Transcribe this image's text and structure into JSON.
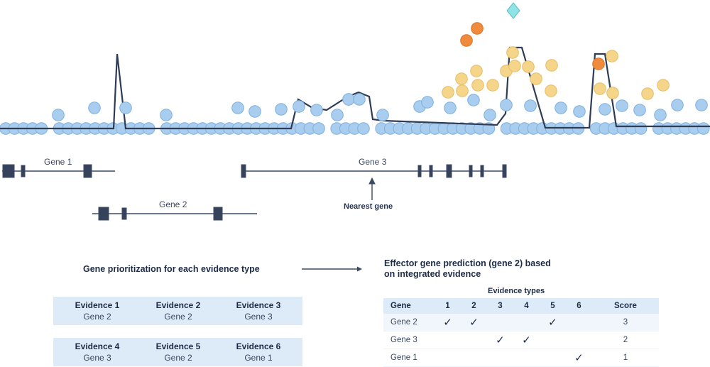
{
  "genes": {
    "gene1": "Gene 1",
    "gene2": "Gene 2",
    "gene3": "Gene 3",
    "nearest": "Nearest gene"
  },
  "prioritization_title": "Gene prioritization for each evidence type",
  "prediction_title_line1": "Effector gene prediction (gene 2) based",
  "prediction_title_line2": "on integrated evidence",
  "evidence_boxes": [
    {
      "title": "Evidence 1",
      "gene": "Gene 2"
    },
    {
      "title": "Evidence 2",
      "gene": "Gene 2"
    },
    {
      "title": "Evidence 3",
      "gene": "Gene 3"
    },
    {
      "title": "Evidence 4",
      "gene": "Gene 3"
    },
    {
      "title": "Evidence 5",
      "gene": "Gene 2"
    },
    {
      "title": "Evidence 6",
      "gene": "Gene 1"
    }
  ],
  "table": {
    "caption": "Evidence types",
    "headers": [
      "Gene",
      "1",
      "2",
      "3",
      "4",
      "5",
      "6",
      "Score"
    ],
    "rows": [
      {
        "gene": "Gene 2",
        "checks": [
          1,
          2,
          5
        ],
        "score": "3"
      },
      {
        "gene": "Gene 3",
        "checks": [
          3,
          4
        ],
        "score": "2"
      },
      {
        "gene": "Gene 1",
        "checks": [
          6
        ],
        "score": "1"
      }
    ]
  },
  "colors": {
    "snp_blue": "#a9cdee",
    "snp_blue_stroke": "#7fb0dc",
    "snp_yellow": "#f5d58a",
    "snp_orange": "#f08a3c",
    "diamond_teal": "#8fe3e6",
    "navy": "#2f3c56",
    "box_fill": "#dcebf7"
  }
}
